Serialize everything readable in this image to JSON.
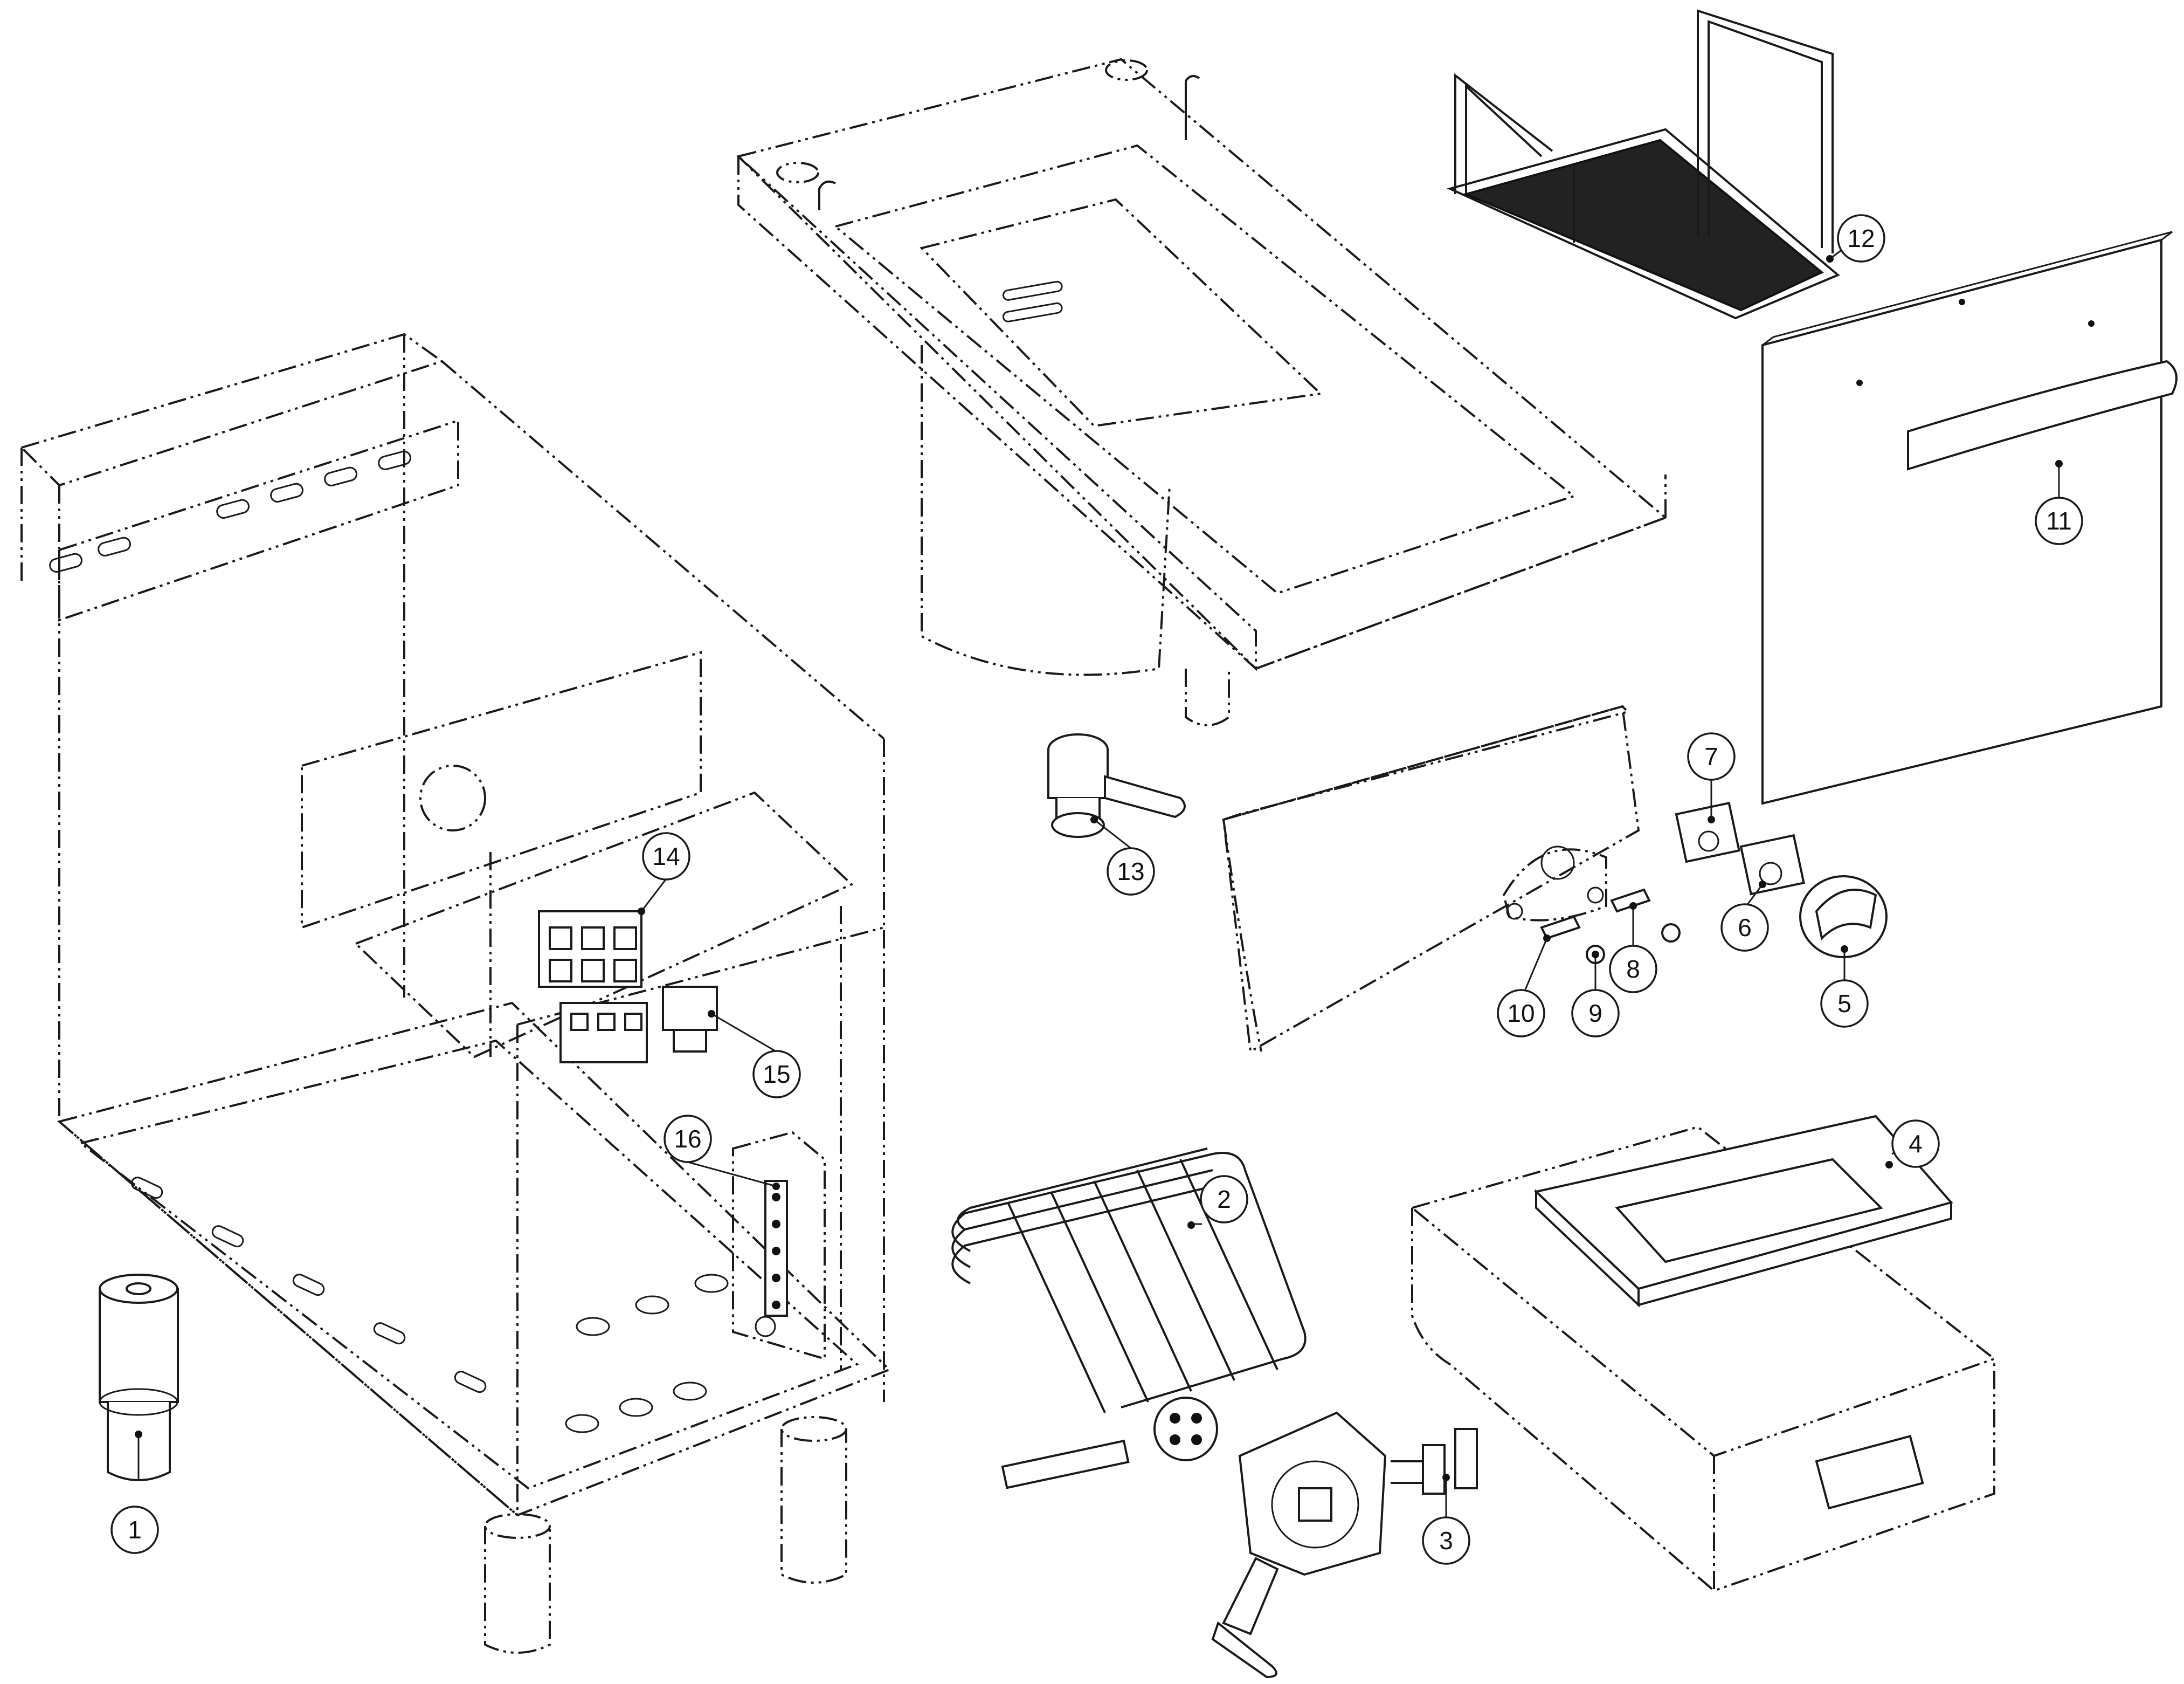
{
  "callouts": [
    {
      "label": "1"
    },
    {
      "label": "2"
    },
    {
      "label": "3"
    },
    {
      "label": "4"
    },
    {
      "label": "5"
    },
    {
      "label": "6"
    },
    {
      "label": "7"
    },
    {
      "label": "8"
    },
    {
      "label": "9"
    },
    {
      "label": "10"
    },
    {
      "label": "11"
    },
    {
      "label": "12"
    },
    {
      "label": "13"
    },
    {
      "label": "14"
    },
    {
      "label": "15"
    },
    {
      "label": "16"
    }
  ],
  "colors": {
    "line": "#1a1a1a",
    "basket_mesh": "#222222",
    "background": "#ffffff"
  }
}
